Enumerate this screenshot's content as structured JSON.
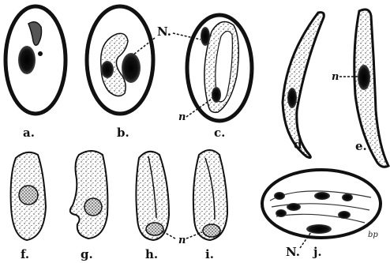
{
  "labels": {
    "a": "a.",
    "b": "b.",
    "c": "c.",
    "d": "d.",
    "e": "e.",
    "f": "f.",
    "g": "g.",
    "h": "h.",
    "i": "i.",
    "j": "j.",
    "nucleus_upper": "N.",
    "nucleus_lower": "N.",
    "n_c": "n",
    "n_e": "n",
    "n_hi": "n",
    "signature": "bp"
  },
  "colors": {
    "ink": "#111111",
    "paper": "#ffffff"
  }
}
